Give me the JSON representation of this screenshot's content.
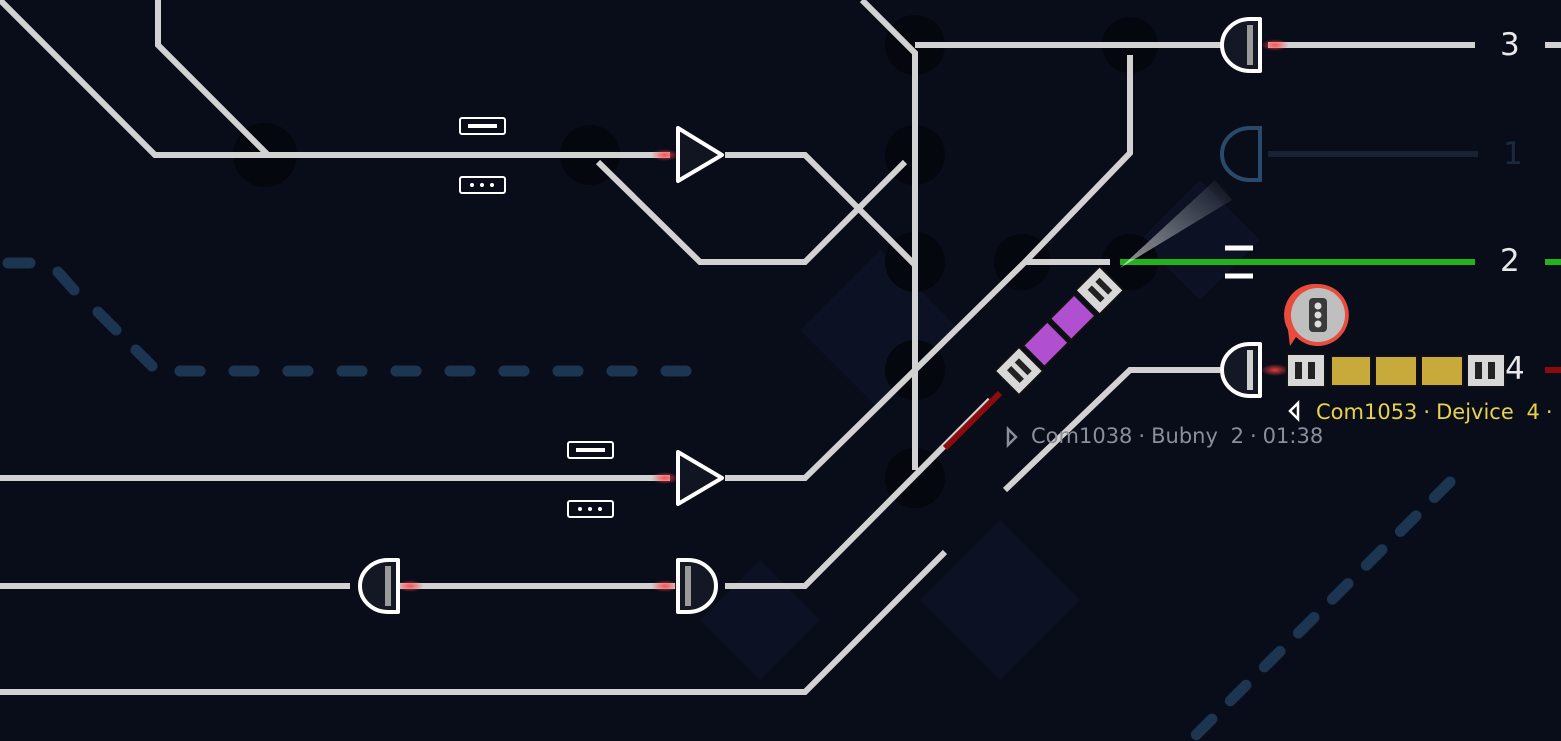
{
  "tracks": [
    {
      "number": "3",
      "state": "idle"
    },
    {
      "number": "1",
      "state": "disabled"
    },
    {
      "number": "2",
      "state": "route-set"
    },
    {
      "number": "4",
      "state": "occupied"
    }
  ],
  "trains": [
    {
      "id": "Com1053",
      "destination": "Dejvice",
      "platform": "4",
      "time": "",
      "color": "#e8d24a",
      "direction": "left"
    },
    {
      "id": "Com1038",
      "destination": "Bubny",
      "platform": "2",
      "time": "01:38",
      "color": "#8a8e99",
      "direction": "right"
    }
  ],
  "separator": "·",
  "colors": {
    "background": "#090d1a",
    "track": "#d2d2d2",
    "route": "#22b31c",
    "occupied": "#8a0c0c",
    "train_a": "#b050d0",
    "train_b": "#c8aa3c",
    "alert": "#e84c3c",
    "dashed_line": "#1c3550"
  },
  "icons": [
    "signal-icon",
    "traffic-light-icon",
    "play-icon",
    "back-icon",
    "platform-icon",
    "depot-icon"
  ]
}
